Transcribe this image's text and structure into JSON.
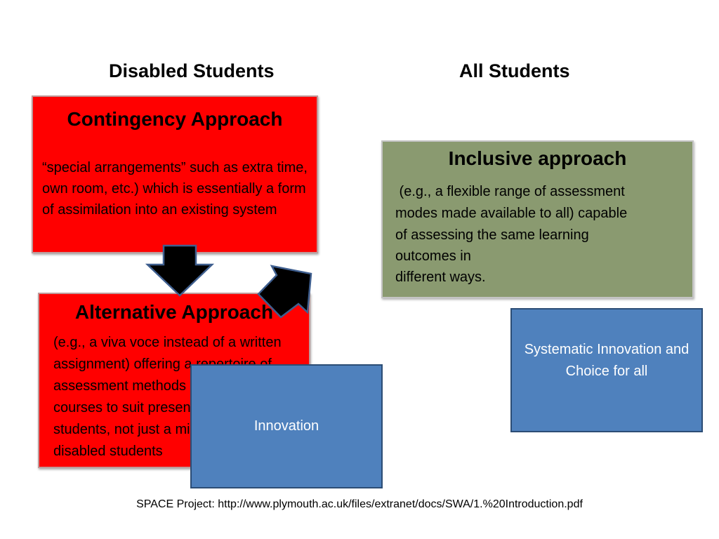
{
  "headings": {
    "left": "Disabled Students",
    "right": "All Students"
  },
  "contingency": {
    "title": "Contingency Approach",
    "body": "“special arrangements” such as extra time, own room, etc.) which is essentially a form of assimilation into an existing system"
  },
  "alternative": {
    "title": "Alternative Approach",
    "body": " (e.g., a viva voce instead of a written assignment) offering a repertoire of assessment methods embedded into courses to suit present and future students, not just a minority of disabled students"
  },
  "inclusive": {
    "title": "Inclusive approach",
    "line1": " (e.g., a flexible range of assessment",
    "line2": "modes made available to all) capable",
    "line3": "of assessing the same learning",
    "line4": "outcomes in",
    "line5": "different ways."
  },
  "innovation_box": {
    "label": "Innovation"
  },
  "systematic_box": {
    "label": "Systematic Innovation and Choice for all"
  },
  "footer": {
    "citation": "SPACE Project: http://www.plymouth.ac.uk/files/extranet/docs/SWA/1.%20Introduction.pdf"
  },
  "colors": {
    "red": "#ff0000",
    "green": "#8a9a70",
    "blue": "#4f81bd",
    "arrow_fill": "#000000",
    "arrow_stroke": "#3f5f8f"
  }
}
